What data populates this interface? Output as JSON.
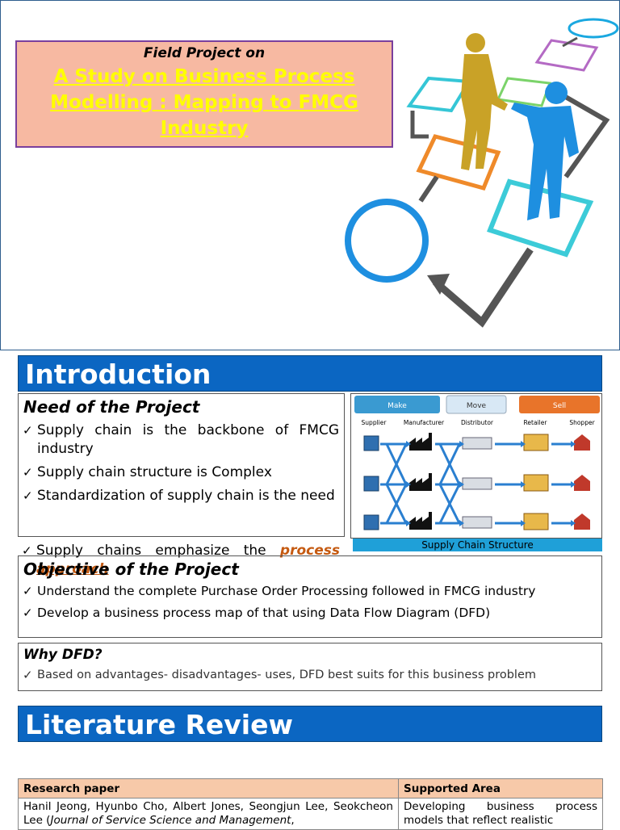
{
  "slide1": {
    "field_project": "Field Project on",
    "title": "A Study on Business Process Modelling : Mapping to FMCG Industry"
  },
  "intro": {
    "heading": "Introduction",
    "need_heading": "Need of the Project",
    "need_bullets": [
      "Supply chain is the backbone of FMCG industry",
      "Supply chain structure is Complex",
      "Standardization of supply chain is the need"
    ],
    "emphasize_prefix": "Supply chains emphasize the ",
    "emphasize_link": "process approach",
    "supply_chain": {
      "stages": [
        "Make",
        "Move",
        "Sell"
      ],
      "roles": [
        "Supplier",
        "Manufacturer",
        "Distributor",
        "Retailer",
        "Shopper"
      ],
      "caption": "Supply Chain Structure",
      "colors": {
        "make": "#3a9ad1",
        "move": "#d8e8f5",
        "sell": "#e8742a"
      }
    }
  },
  "objective": {
    "heading": "Objective of the Project",
    "bullets": [
      "Understand the complete Purchase Order Processing followed in FMCG industry",
      "Develop a business process map of that using Data Flow Diagram (DFD)"
    ]
  },
  "why": {
    "heading": "Why DFD?",
    "bullet": "Based on advantages- disadvantages- uses, DFD best suits for this business problem"
  },
  "literature": {
    "heading": "Literature Review",
    "columns": [
      "Research paper",
      "Supported Area"
    ],
    "row1": {
      "authors": "Hanil Jeong, Hyunbo Cho, Albert Jones, Seongjun Lee, Seokcheon Lee (",
      "journal": "Journal of Service Science and Management",
      "tail": ",",
      "area": "Developing business process models that reflect realistic"
    }
  },
  "colors": {
    "accent_bar": "#0b66c2",
    "title_box": "#f7b9a2",
    "title_text": "#ffff00",
    "header_cell": "#f7c9a9"
  }
}
